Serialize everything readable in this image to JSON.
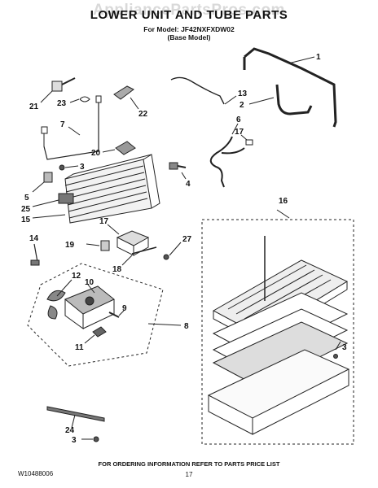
{
  "header": {
    "watermark": "AppliancePartsPros.com",
    "title": "LOWER UNIT AND TUBE PARTS",
    "model_line": "For Model: JF42NXFXDW02",
    "base_model": "(Base Model)"
  },
  "footer": {
    "doc_number": "W10488006",
    "ordering_note": "FOR ORDERING INFORMATION REFER TO PARTS PRICE LIST",
    "page_number": "17"
  },
  "callouts": [
    {
      "id": "c1",
      "label": "1"
    },
    {
      "id": "c2",
      "label": "2"
    },
    {
      "id": "c13",
      "label": "13"
    },
    {
      "id": "c6",
      "label": "6"
    },
    {
      "id": "c17a",
      "label": "17"
    },
    {
      "id": "c21",
      "label": "21"
    },
    {
      "id": "c23",
      "label": "23"
    },
    {
      "id": "c22",
      "label": "22"
    },
    {
      "id": "c7",
      "label": "7"
    },
    {
      "id": "c20",
      "label": "20"
    },
    {
      "id": "c3a",
      "label": "3"
    },
    {
      "id": "c4",
      "label": "4"
    },
    {
      "id": "c5",
      "label": "5"
    },
    {
      "id": "c25",
      "label": "25"
    },
    {
      "id": "c15",
      "label": "15"
    },
    {
      "id": "c16",
      "label": "16"
    },
    {
      "id": "c17b",
      "label": "17"
    },
    {
      "id": "c14",
      "label": "14"
    },
    {
      "id": "c19",
      "label": "19"
    },
    {
      "id": "c27",
      "label": "27"
    },
    {
      "id": "c18",
      "label": "18"
    },
    {
      "id": "c12",
      "label": "12"
    },
    {
      "id": "c10",
      "label": "10"
    },
    {
      "id": "c9",
      "label": "9"
    },
    {
      "id": "c8",
      "label": "8"
    },
    {
      "id": "c11",
      "label": "11"
    },
    {
      "id": "c3b",
      "label": "3"
    },
    {
      "id": "c24",
      "label": "24"
    },
    {
      "id": "c3c",
      "label": "3"
    }
  ]
}
